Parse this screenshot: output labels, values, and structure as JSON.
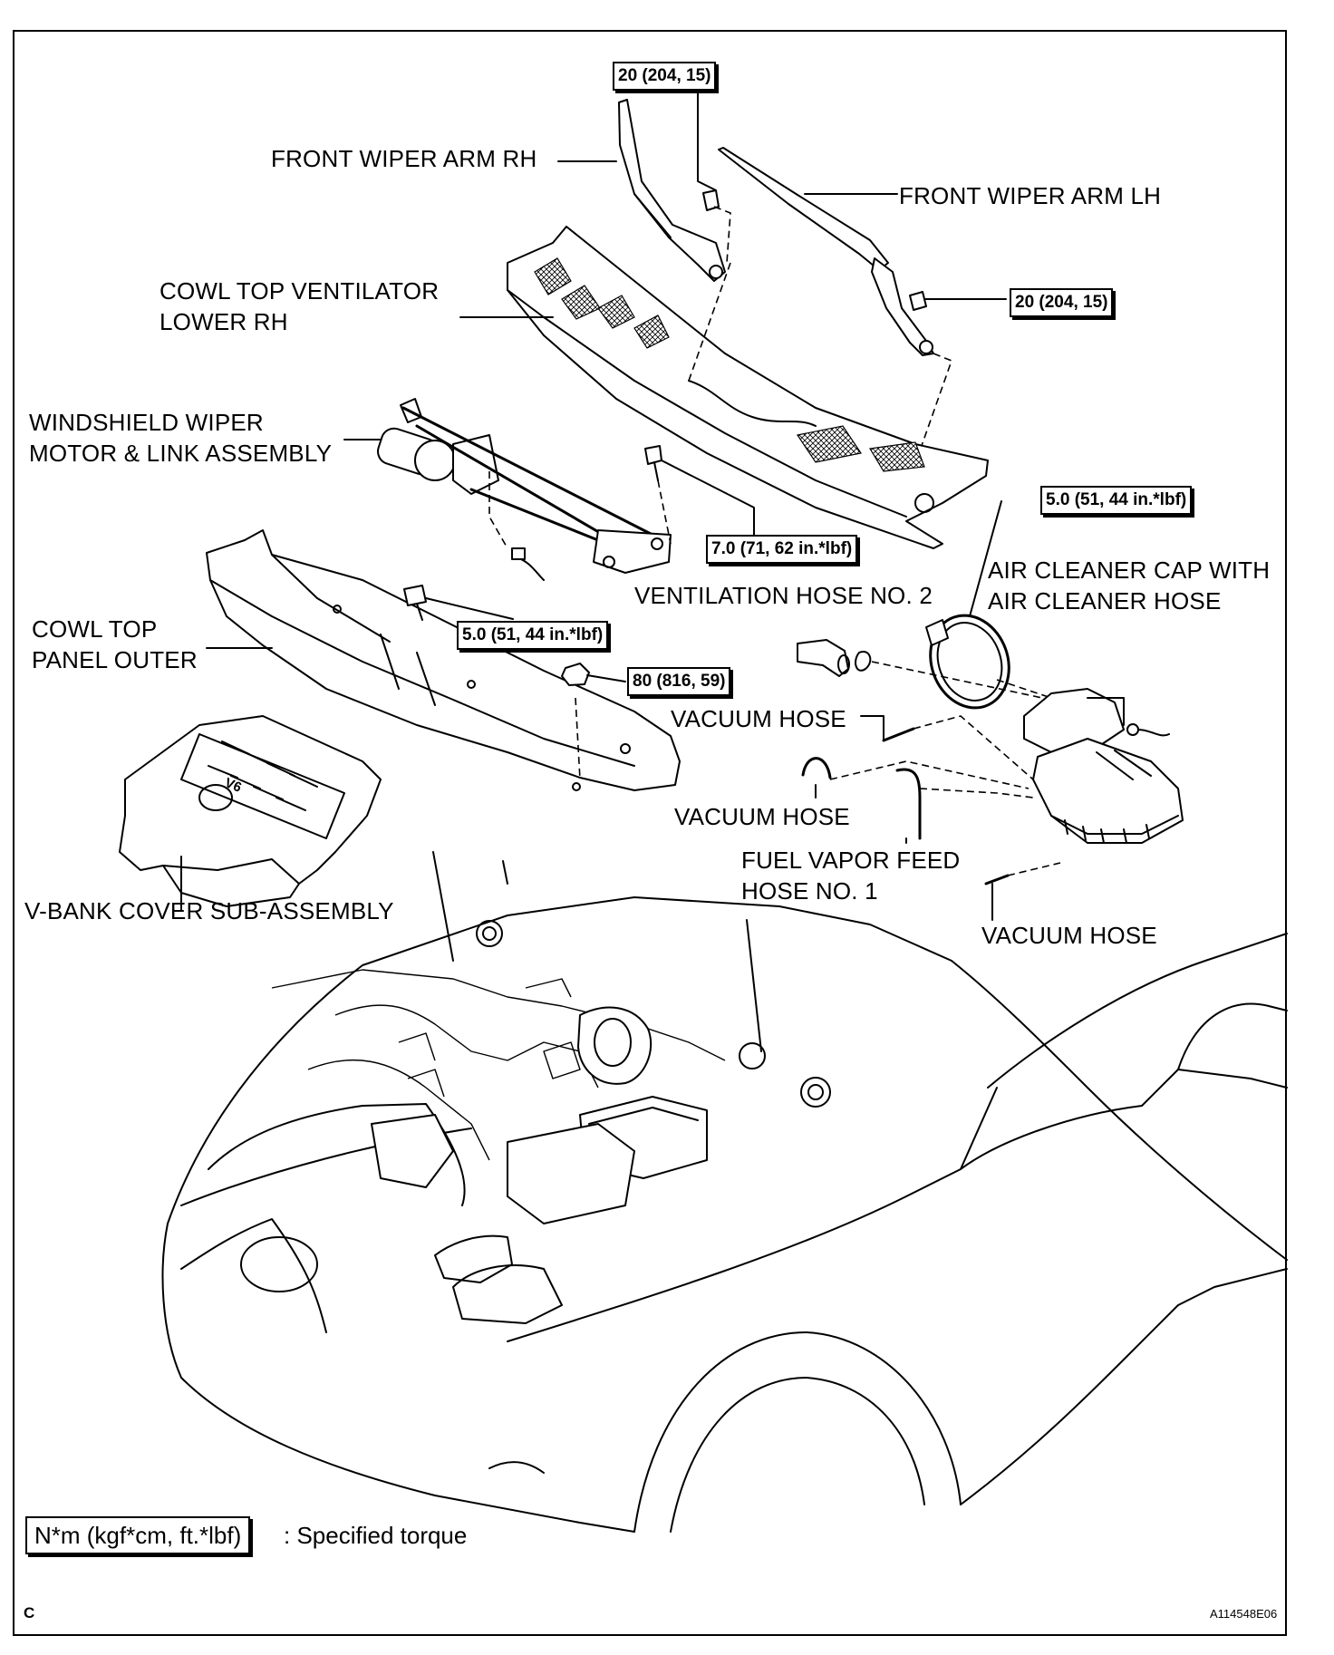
{
  "labels": {
    "front_wiper_arm_rh": "FRONT WIPER ARM RH",
    "front_wiper_arm_lh": "FRONT WIPER ARM LH",
    "cowl_top_ventilator_line1": "COWL TOP VENTILATOR",
    "cowl_top_ventilator_line2": "LOWER RH",
    "wiper_motor_line1": "WINDSHIELD WIPER",
    "wiper_motor_line2": "MOTOR & LINK ASSEMBLY",
    "ventilation_hose_no2": "VENTILATION HOSE NO. 2",
    "air_cleaner_line1": "AIR CLEANER CAP WITH",
    "air_cleaner_line2": "AIR CLEANER HOSE",
    "cowl_top_panel_line1": "COWL TOP",
    "cowl_top_panel_line2": "PANEL OUTER",
    "vacuum_hose_1": "VACUUM HOSE",
    "vacuum_hose_2": "VACUUM HOSE",
    "vacuum_hose_3": "VACUUM HOSE",
    "fuel_vapor_line1": "FUEL VAPOR FEED",
    "fuel_vapor_line2": "HOSE NO. 1",
    "v_bank_cover": "V-BANK COVER SUB-ASSEMBLY",
    "v6_mark": "V6"
  },
  "torques": {
    "wiper_rh": "20 (204, 15)",
    "wiper_lh": "20 (204, 15)",
    "wiper_motor_bolt": "7.0 (71, 62 in.*lbf)",
    "air_cleaner_clamp": "5.0 (51, 44 in.*lbf)",
    "cowl_panel_bolt": "5.0 (51, 44 in.*lbf)",
    "cowl_panel_nut": "80 (816, 59)"
  },
  "legend": {
    "unit_box": "N*m (kgf*cm, ft.*lbf)",
    "description": ": Specified torque"
  },
  "footer": {
    "section": "C",
    "figure_id": "A114548E06"
  }
}
